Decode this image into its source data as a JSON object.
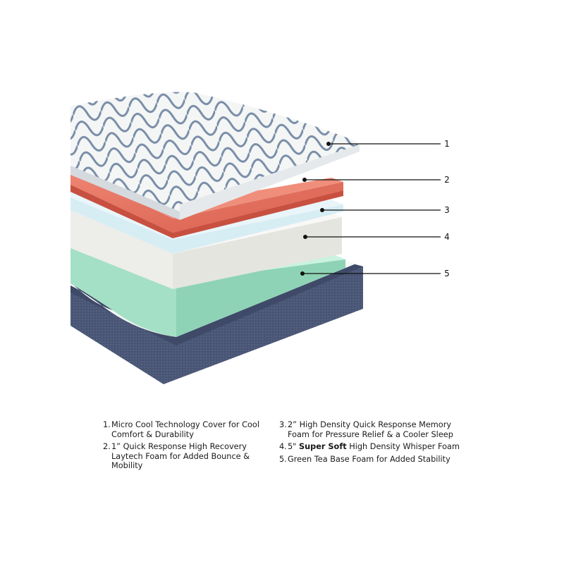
{
  "callouts": [
    "1",
    "2",
    "3",
    "4",
    "5"
  ],
  "features": [
    {
      "num": "1.",
      "text": "Micro Cool Technology Cover for Cool Comfort & Durability"
    },
    {
      "num": "2.",
      "text": "1” Quick Response High Recovery Laytech Foam for Added Bounce & Mobility"
    },
    {
      "num": "3.",
      "text": "2” High Density Quick Response Memory Foam for Pressure Relief & a Cooler Sleep"
    },
    {
      "num": "4.",
      "pre": "5\" ",
      "bold": "Super Soft",
      "post": " High Density Whisper Foam"
    },
    {
      "num": "5.",
      "text": "Green Tea Base Foam for Added Stability"
    }
  ],
  "colors": {
    "cover_top": "#f1f3f4",
    "cover_pattern": "#5a7390",
    "red_layer": "#e36d5c",
    "blue_layer": "#d9edf4",
    "white_layer": "#efefeb",
    "green_layer": "#aee3cc",
    "base": "#4a5676"
  }
}
